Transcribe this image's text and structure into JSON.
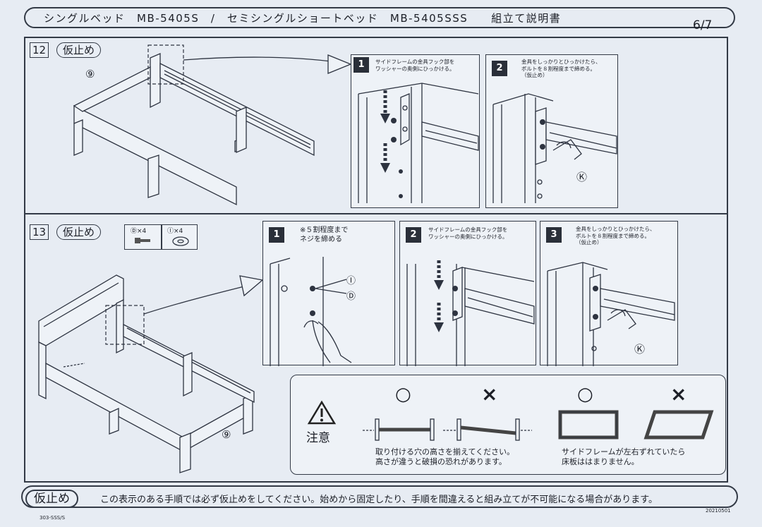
{
  "header": {
    "title": "シングルベッド　MB-5405S　/　セミシングルショートベッド　MB-5405SSS　　組立て説明書",
    "page": "6/7"
  },
  "step12": {
    "number": "12",
    "tag": "仮止め",
    "part_label": "⑨",
    "panel1": {
      "number": "1",
      "text": "サイドフレームの金具フック部を\nワッシャーの奥側にひっかける。"
    },
    "panel2": {
      "number": "2",
      "text": "金具をしっかりとひっかけたら、\nボルトを８割程度まで締める。\n（仮止め）",
      "tool_label": "Ⓚ"
    }
  },
  "step13": {
    "number": "13",
    "tag": "仮止め",
    "parts": [
      {
        "label": "Ⓓ×4"
      },
      {
        "label": "Ⓘ×4"
      }
    ],
    "part_label": "⑨",
    "panel1": {
      "number": "1",
      "text": "※５割程度まで\nネジを締める",
      "label_i": "Ⓘ",
      "label_d": "Ⓓ"
    },
    "panel2": {
      "number": "2",
      "text": "サイドフレームの金具フック部を\nワッシャーの奥側にひっかける。"
    },
    "panel3": {
      "number": "3",
      "text": "金具をしっかりとひっかけたら、\nボルトを８割程度まで締める。\n（仮止め）",
      "tool_label": "Ⓚ"
    }
  },
  "caution": {
    "label": "注意",
    "ok_symbol": "○",
    "ng_symbol": "×",
    "text1": "取り付ける穴の高さを揃えてください。\n高さが違うと破損の恐れがあります。",
    "text2": "サイドフレームが左右ずれていたら\n床板ははまりません。"
  },
  "footer": {
    "tag": "仮止め",
    "text": "この表示のある手順では必ず仮止めをしてください。始めから固定したり、手順を間違えると組み立てが不可能になる場合があります。",
    "code_left": "303-SSS/S",
    "code_right": "20210501"
  }
}
